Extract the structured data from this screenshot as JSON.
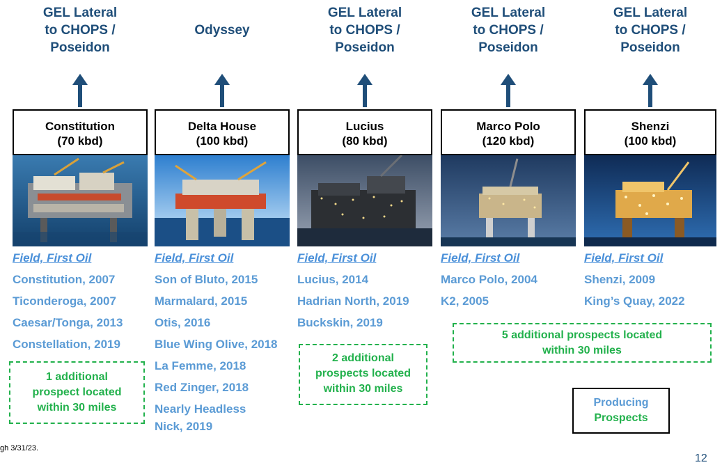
{
  "columns": [
    {
      "destination": [
        "GEL Lateral",
        "to CHOPS /",
        "Poseidon"
      ],
      "platform": "Constitution",
      "capacity": "(70 kbd)",
      "fields_header": "Field, First Oil",
      "fields": [
        "Constitution, 2007",
        "Ticonderoga, 2007",
        "Caesar/Tonga, 2013",
        "Constellation, 2019"
      ],
      "prospect_note": [
        "1 additional",
        "prospect located",
        "within 30 miles"
      ]
    },
    {
      "destination": [
        "",
        "Odyssey",
        ""
      ],
      "platform": "Delta House",
      "capacity": "(100 kbd)",
      "fields_header": "Field, First Oil",
      "fields": [
        "Son of Bluto, 2015",
        "Marmalard, 2015",
        "Otis, 2016",
        "Blue Wing Olive, 2018",
        "La Femme, 2018",
        "Red Zinger, 2018",
        "Nearly Headless Nick, 2019"
      ]
    },
    {
      "destination": [
        "GEL Lateral",
        "to CHOPS /",
        "Poseidon"
      ],
      "platform": "Lucius",
      "capacity": "(80 kbd)",
      "fields_header": "Field, First Oil",
      "fields": [
        "Lucius, 2014",
        "Hadrian North, 2019",
        "Buckskin, 2019"
      ],
      "prospect_note": [
        "2 additional",
        "prospects located",
        "within 30 miles"
      ]
    },
    {
      "destination": [
        "GEL Lateral",
        "to CHOPS /",
        "Poseidon"
      ],
      "platform": "Marco Polo",
      "capacity": "(120 kbd)",
      "fields_header": "Field, First Oil",
      "fields": [
        "Marco Polo, 2004",
        "K2, 2005"
      ]
    },
    {
      "destination": [
        "GEL Lateral",
        "to CHOPS /",
        "Poseidon"
      ],
      "platform": "Shenzi",
      "capacity": "(100 kbd)",
      "fields_header": "Field, First Oil",
      "fields": [
        "Shenzi, 2009",
        "King’s Quay, 2022"
      ]
    }
  ],
  "shared_prospect_note": [
    "5 additional  prospects located",
    "within 30 miles"
  ],
  "legend": {
    "producing": "Producing",
    "prospects": "Prospects"
  },
  "footnote": "gh 3/31/23.",
  "page_number": "12",
  "colors": {
    "navy": "#1f4e79",
    "field_blue": "#5b9bd5",
    "prospect_green": "#22b14c"
  }
}
